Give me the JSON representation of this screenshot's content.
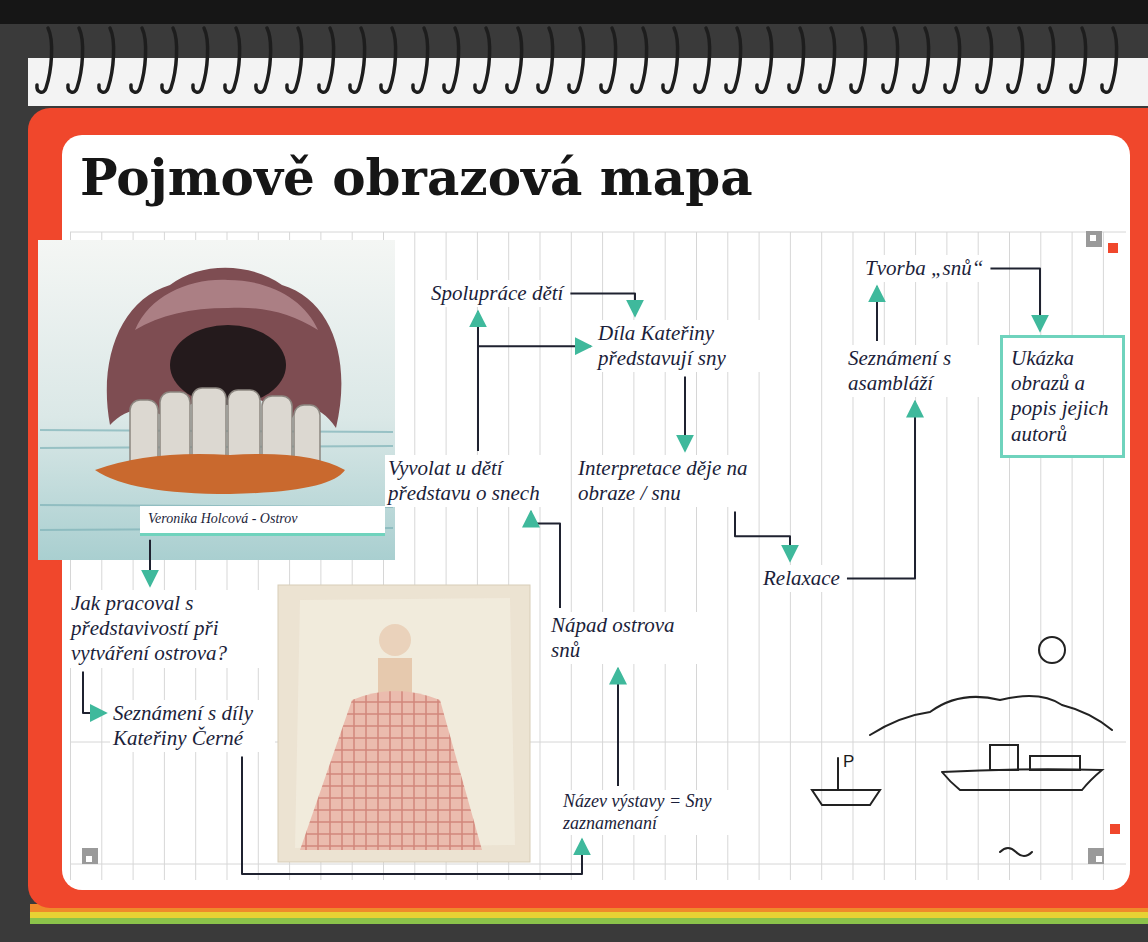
{
  "diagram": {
    "title": "Pojmově obrazová mapa",
    "nodes": [
      {
        "text": [
          "Veronika Holcová - Ostrov"
        ]
      },
      {
        "text": [
          "Jak pracoval s představivostí při vytváření ostrova?"
        ]
      },
      {
        "text": [
          "Seznámení s díly Kateřiny Černé"
        ]
      },
      {
        "text": [
          "Název výstavy = Sny zaznamenaní"
        ]
      },
      {
        "text": [
          "Nápad ostrova snů"
        ]
      },
      {
        "text": [
          "Vyvolat u dětí představu o snech"
        ]
      },
      {
        "text": [
          "Spolupráce dětí"
        ]
      },
      {
        "text": [
          "Díla Kateřiny představují sny"
        ]
      },
      {
        "text": [
          "Interpretace děje na obraze / snu"
        ]
      },
      {
        "text": [
          "Relaxace"
        ]
      },
      {
        "text": [
          "Seznámení s asambláží"
        ]
      },
      {
        "text": [
          "Tvorba „snů“"
        ]
      },
      {
        "text": [
          "Ukázka obrazů a popis jejich autorů"
        ]
      }
    ],
    "edges": [
      {
        "from": 0,
        "to": 1,
        "arrow": "to"
      },
      {
        "from": 1,
        "to": 2,
        "arrow": "to"
      },
      {
        "from": 2,
        "to": 3,
        "arrow": "to"
      },
      {
        "from": 3,
        "to": 4,
        "arrow": "to"
      },
      {
        "from": 4,
        "to": 5,
        "arrow": "to"
      },
      {
        "from": 5,
        "to": 6,
        "arrow": "to"
      },
      {
        "from": 5,
        "to": 7,
        "arrow": "to"
      },
      {
        "from": 6,
        "to": 7,
        "arrow": "to"
      },
      {
        "from": 7,
        "to": 8,
        "arrow": "to"
      },
      {
        "from": 8,
        "to": 9,
        "arrow": "to"
      },
      {
        "from": 9,
        "to": 10,
        "arrow": "to"
      },
      {
        "from": 10,
        "to": 11,
        "arrow": "to"
      },
      {
        "from": 11,
        "to": 12,
        "arrow": "to"
      }
    ],
    "labels": [
      "P"
    ]
  }
}
